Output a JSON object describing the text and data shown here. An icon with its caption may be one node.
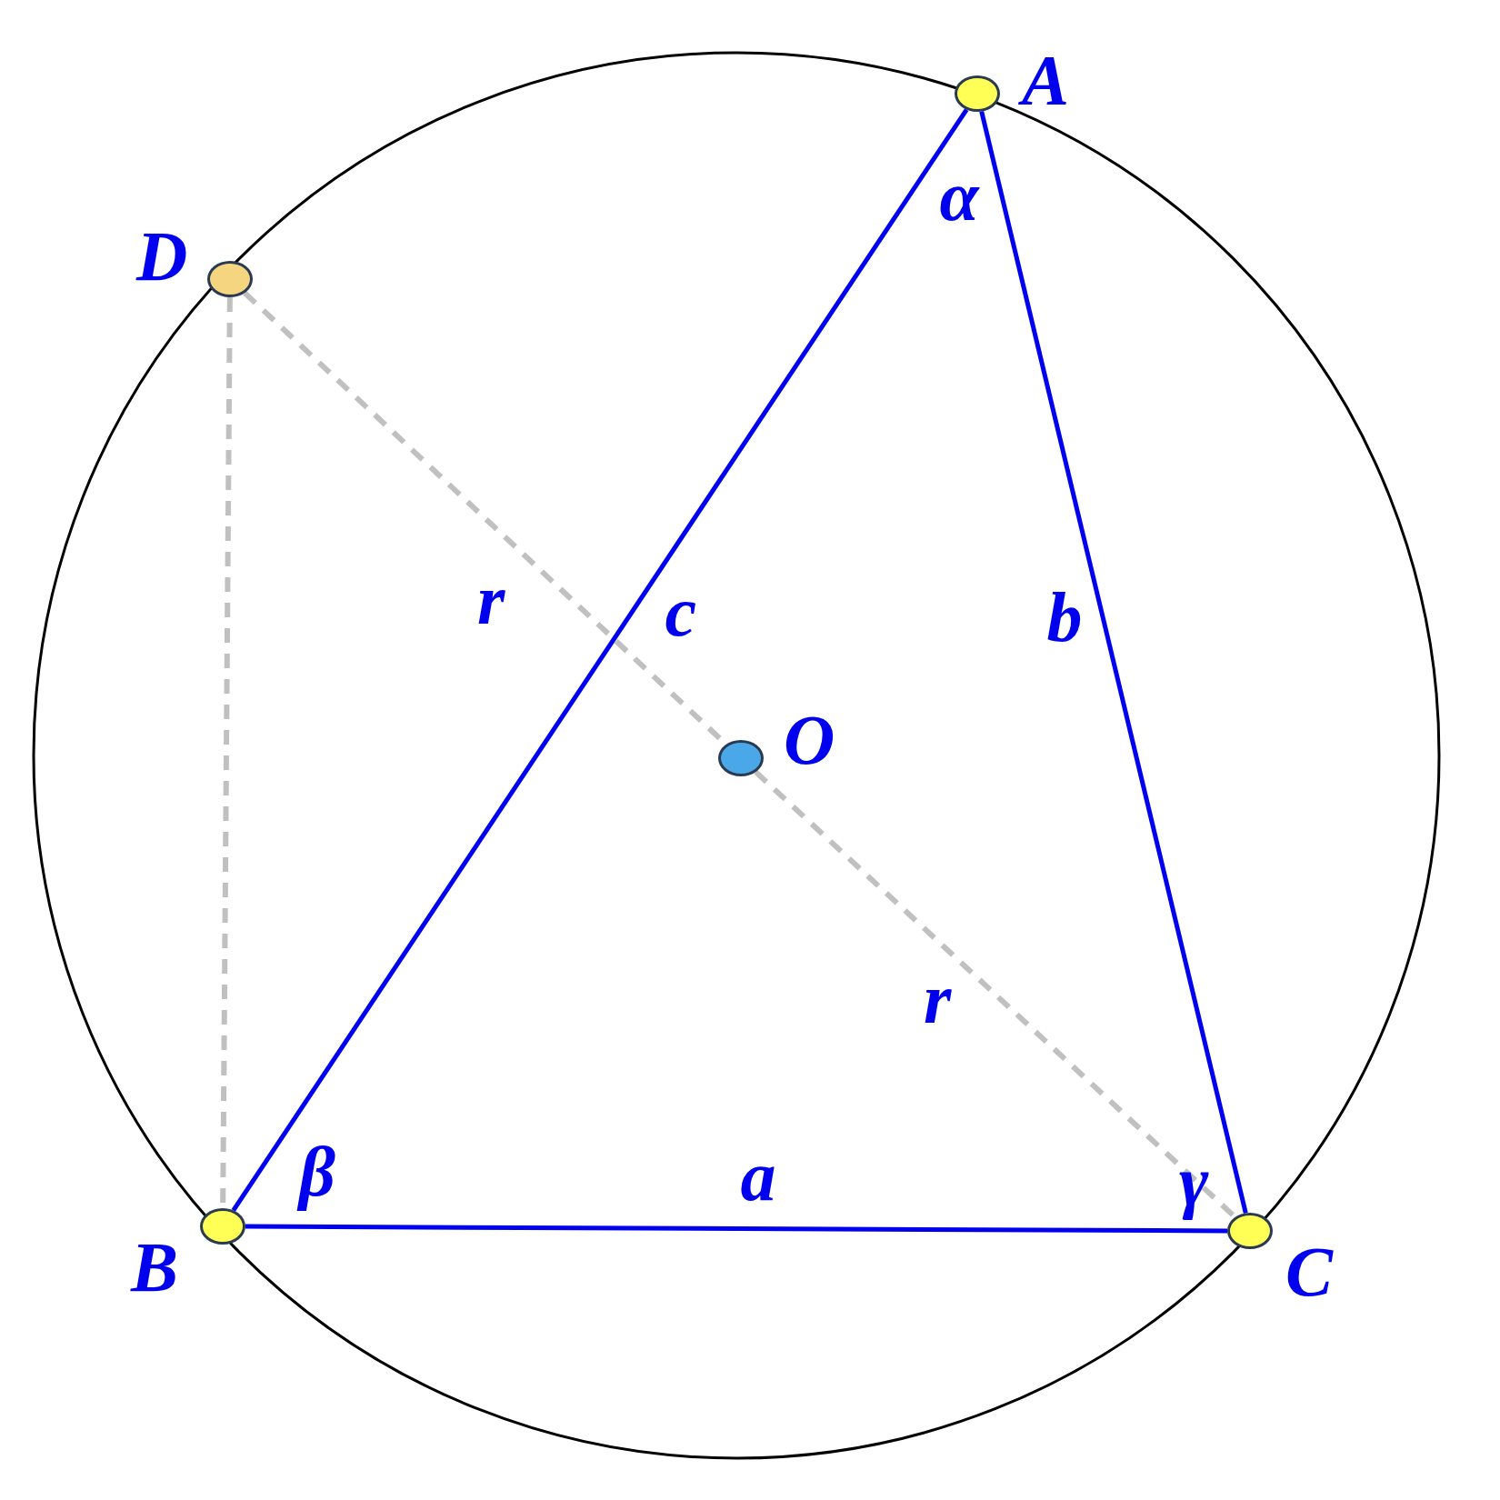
{
  "diagram": {
    "nodes": [
      {
        "text": [
          "A"
        ]
      },
      {
        "text": [
          "D"
        ]
      },
      {
        "text": [
          "O"
        ]
      },
      {
        "text": [
          "B"
        ]
      },
      {
        "text": [
          "C"
        ]
      }
    ],
    "edges": [
      {
        "from": 3,
        "to": 0,
        "arrow": "none",
        "label": "c"
      },
      {
        "from": 0,
        "to": 4,
        "arrow": "none",
        "label": "b"
      },
      {
        "from": 3,
        "to": 4,
        "arrow": "none",
        "label": "a"
      },
      {
        "from": 1,
        "to": 3,
        "arrow": "none",
        "style": "dashed",
        "color": "#c0c0c0"
      },
      {
        "from": 1,
        "to": 2,
        "arrow": "none",
        "style": "dashed",
        "color": "#c0c0c0",
        "label": "r"
      },
      {
        "from": 2,
        "to": 4,
        "arrow": "none",
        "style": "dashed",
        "color": "#c0c0c0",
        "label": "r"
      }
    ],
    "labels": [
      "α",
      "β",
      "γ"
    ]
  }
}
